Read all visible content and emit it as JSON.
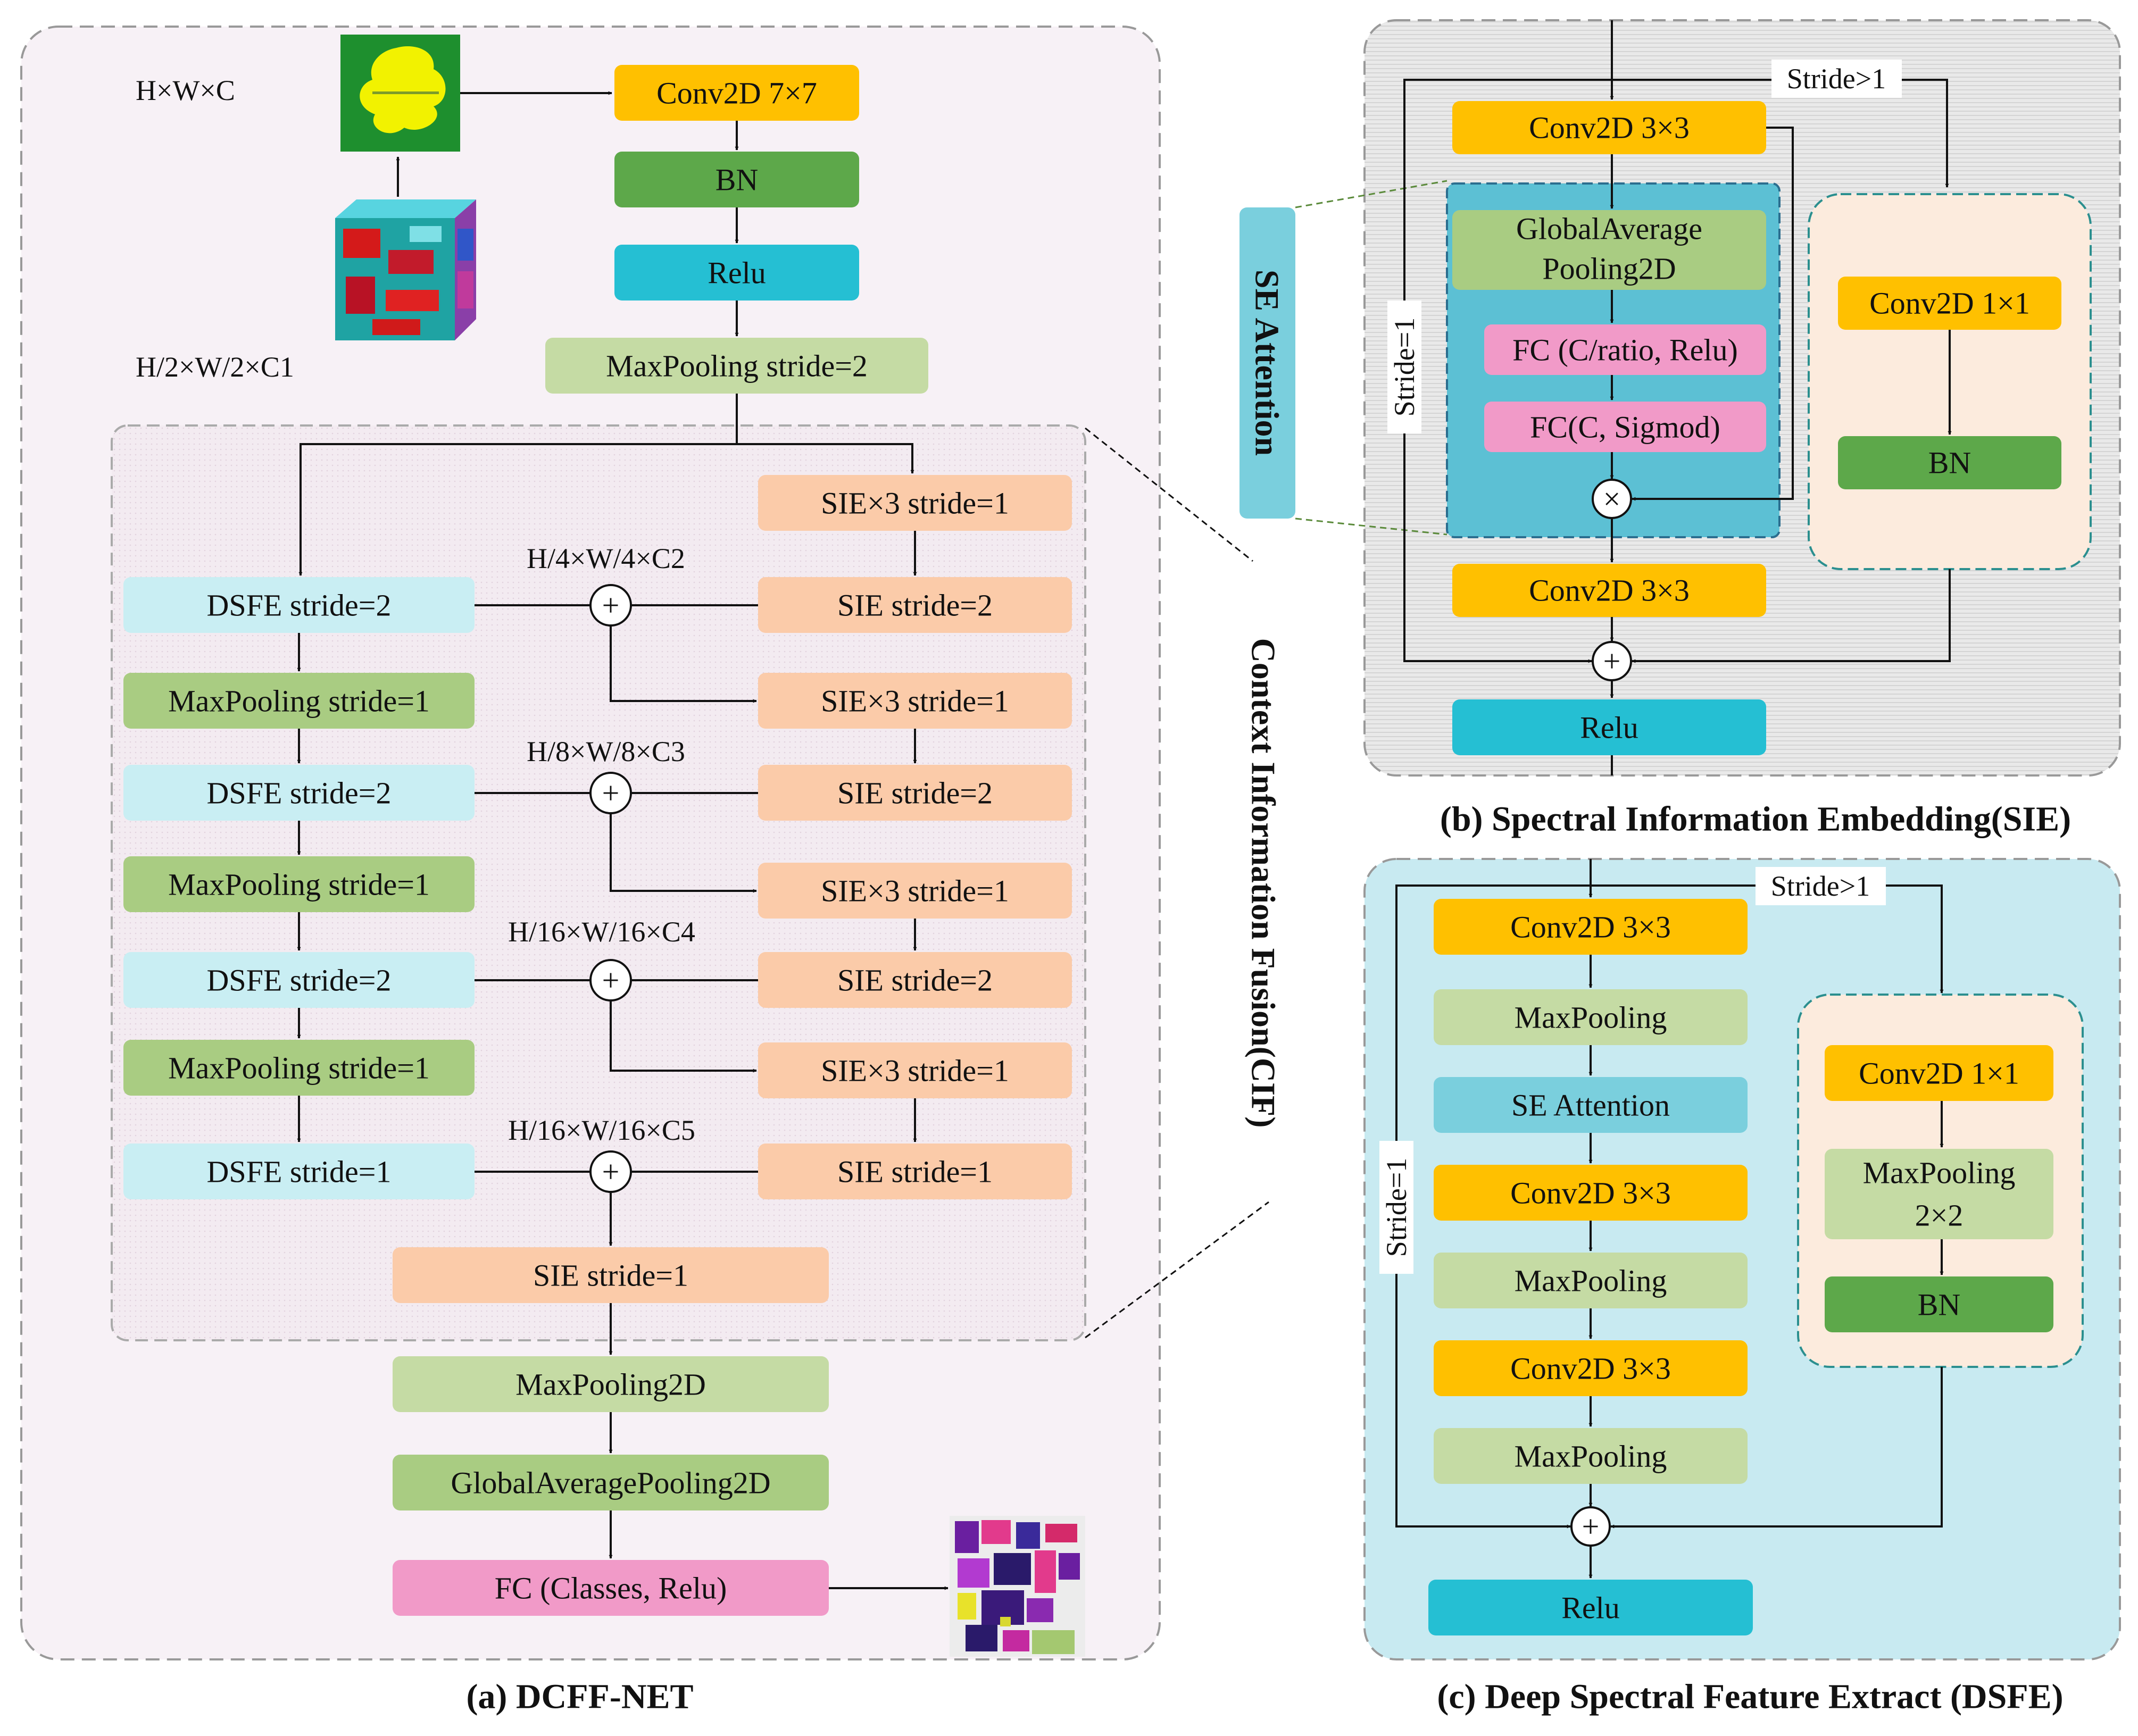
{
  "colors": {
    "orange": "#FFC000",
    "dark_green": "#5DA84A",
    "cyan": "#25BFD3",
    "light_green": "#C5DBA4",
    "mid_green": "#A9CC82",
    "light_blue": "#C9EEF3",
    "peach": "#FBCBA9",
    "pink": "#F19AC8",
    "se_blue": "#7ACFDD",
    "panel_a_bg": "#F7F1F6",
    "panel_b_bg": "#E9E9E9",
    "panel_c_bg": "#C8EAF1"
  },
  "panel_a": {
    "caption": "(a) DCFF-NET",
    "dims": {
      "input": "H×W×C",
      "stem": "H/2×W/2×C1",
      "d2": "H/4×W/4×C2",
      "d3": "H/8×W/8×C3",
      "d4": "H/16×W/16×C4",
      "d5": "H/16×W/16×C5"
    },
    "stem": {
      "conv": "Conv2D 7×7",
      "bn": "BN",
      "relu": "Relu",
      "pool": "MaxPooling stride=2"
    },
    "dsfe": [
      "DSFE stride=2",
      "DSFE stride=2",
      "DSFE stride=2",
      "DSFE stride=1"
    ],
    "dsfe_pool": [
      "MaxPooling stride=1",
      "MaxPooling stride=1",
      "MaxPooling stride=1"
    ],
    "sie3": [
      "SIE×3 stride=1",
      "SIE×3 stride=1",
      "SIE×3 stride=1",
      "SIE×3 stride=1"
    ],
    "sie": [
      "SIE stride=2",
      "SIE stride=2",
      "SIE stride=2",
      "SIE stride=1"
    ],
    "fusion_sie": "SIE stride=1",
    "head": {
      "pool": "MaxPooling2D",
      "gap": "GlobalAveragePooling2D",
      "fc": "FC (Classes, Relu)"
    },
    "cif_label": "Context Information Fusion(CIF)"
  },
  "panel_b": {
    "caption": "(b) Spectral Information Embedding(SIE)",
    "conv_top": "Conv2D 3×3",
    "gap": [
      "GlobalAverage",
      "Pooling2D"
    ],
    "fc1": "FC (C/ratio, Relu)",
    "fc2": "FC(C, Sigmod)",
    "conv_bottom": "Conv2D 3×3",
    "relu": "Relu",
    "short_conv": "Conv2D 1×1",
    "short_bn": "BN",
    "stride_gt": "Stride>1",
    "stride_eq": "Stride=1",
    "se_label": "SE Attention",
    "multiply_symbol": "×",
    "add_symbol": "+"
  },
  "panel_c": {
    "caption": "(c)  Deep Spectral Feature Extract (DSFE)",
    "conv1": "Conv2D 3×3",
    "pool1": "MaxPooling",
    "se": "SE Attention",
    "conv2": "Conv2D 3×3",
    "pool2": "MaxPooling",
    "conv3": "Conv2D 3×3",
    "pool3": "MaxPooling",
    "relu": "Relu",
    "short_conv": "Conv2D 1×1",
    "short_pool": [
      "MaxPooling",
      "2×2"
    ],
    "short_bn": "BN",
    "stride_gt": "Stride>1",
    "stride_eq": "Stride=1",
    "add_symbol": "+"
  }
}
